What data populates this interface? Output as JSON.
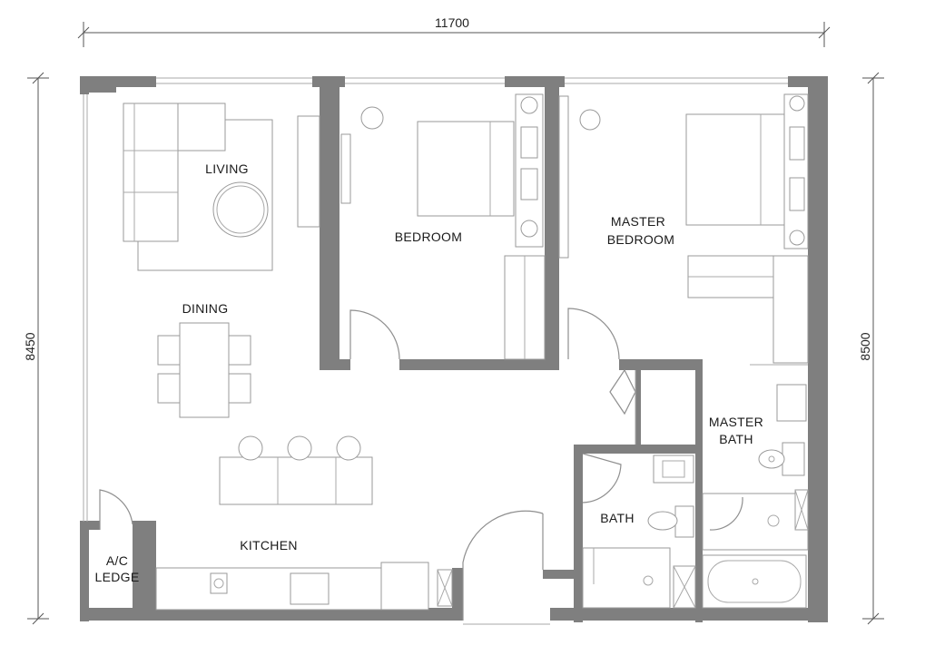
{
  "dimensions": {
    "top": "11700",
    "left": "8450",
    "right": "8500"
  },
  "rooms": {
    "living": "LIVING",
    "dining": "DINING",
    "bedroom": "BEDROOM",
    "master_bedroom_1": "MASTER",
    "master_bedroom_2": "BEDROOM",
    "master_bath_1": "MASTER",
    "master_bath_2": "BATH",
    "bath": "BATH",
    "kitchen": "KITCHEN",
    "ac_ledge_1": "A/C",
    "ac_ledge_2": "LEDGE"
  },
  "colors": {
    "wall": "#7f7f7f",
    "line": "#a8a8a8"
  }
}
